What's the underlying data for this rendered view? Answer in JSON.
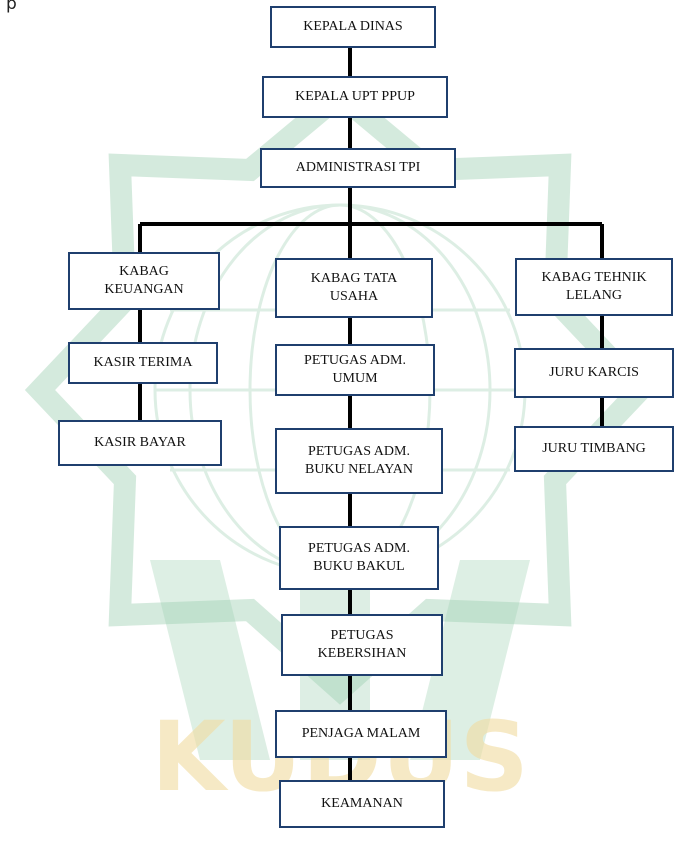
{
  "header_fragment": "p",
  "watermark_text": "KUDUS",
  "nodes": {
    "kepala_dinas": "KEPALA DINAS",
    "kepala_upt_ppup": "KEPALA UPT PPUP",
    "administrasi_tpi": "ADMINISTRASI TPI",
    "kabag_keuangan": "KABAG\nKEUANGAN",
    "kasir_terima": "KASIR TERIMA",
    "kasir_bayar": "KASIR BAYAR",
    "kabag_tata_usaha": "KABAG TATA\nUSAHA",
    "petugas_adm_umum": "PETUGAS ADM.\nUMUM",
    "petugas_adm_buku_nelayan": "PETUGAS ADM.\nBUKU NELAYAN",
    "petugas_adm_buku_bakul": "PETUGAS ADM.\nBUKU BAKUL",
    "petugas_kebersihan": "PETUGAS\nKEBERSIHAN",
    "penjaga_malam": "PENJAGA MALAM",
    "keamanan": "KEAMANAN",
    "kabag_tehnik_lelang": "KABAG TEHNIK\nLELANG",
    "juru_karcis": "JURU KARCIS",
    "juru_timbang": "JURU TIMBANG"
  },
  "colors": {
    "box_border": "#1f3f6e",
    "connector": "#000000",
    "watermark_green": "#8fc9a6",
    "watermark_gold": "#f1dca0"
  }
}
